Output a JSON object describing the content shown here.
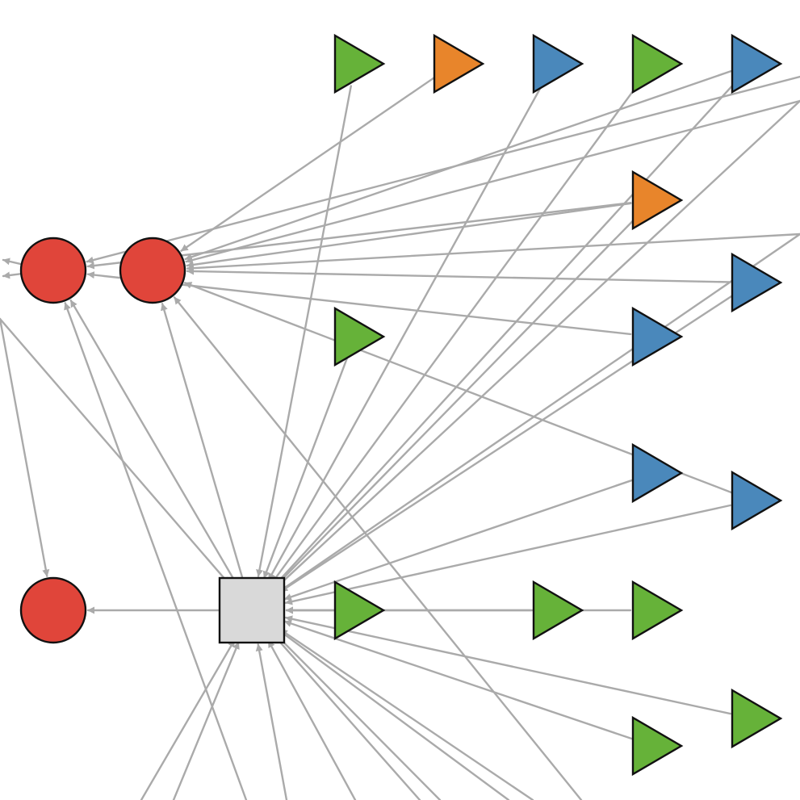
{
  "colors": {
    "edge": "#aaaaaa",
    "outline": "#111111",
    "red": "#e0453a",
    "green": "#66b239",
    "orange": "#e8852b",
    "blue": "#4a88bb",
    "hub": "#d9d9d9",
    "background": "#ffffff"
  },
  "nodes": [
    {
      "id": "r1",
      "shape": "circle",
      "color": "red"
    },
    {
      "id": "r2",
      "shape": "circle",
      "color": "red"
    },
    {
      "id": "r3",
      "shape": "circle",
      "color": "red"
    },
    {
      "id": "hub",
      "shape": "square",
      "color": "hub"
    },
    {
      "id": "g_top1",
      "shape": "triangle",
      "color": "green"
    },
    {
      "id": "o_top2",
      "shape": "triangle",
      "color": "orange"
    },
    {
      "id": "b_top3",
      "shape": "triangle",
      "color": "blue"
    },
    {
      "id": "g_top4",
      "shape": "triangle",
      "color": "green"
    },
    {
      "id": "b_top5",
      "shape": "triangle",
      "color": "blue"
    },
    {
      "id": "o_mid",
      "shape": "triangle",
      "color": "orange"
    },
    {
      "id": "b_right1",
      "shape": "triangle",
      "color": "blue"
    },
    {
      "id": "g_mid",
      "shape": "triangle",
      "color": "green"
    },
    {
      "id": "b_mid2",
      "shape": "triangle",
      "color": "blue"
    },
    {
      "id": "b_low1",
      "shape": "triangle",
      "color": "blue"
    },
    {
      "id": "b_low2",
      "shape": "triangle",
      "color": "blue"
    },
    {
      "id": "g_hub1",
      "shape": "triangle",
      "color": "green"
    },
    {
      "id": "g_hub2",
      "shape": "triangle",
      "color": "green"
    },
    {
      "id": "g_hub3",
      "shape": "triangle",
      "color": "green"
    },
    {
      "id": "g_bot1",
      "shape": "triangle",
      "color": "green"
    },
    {
      "id": "g_bot2",
      "shape": "triangle",
      "color": "green"
    }
  ],
  "edges": [
    {
      "from": "g_top1",
      "to": "hub"
    },
    {
      "from": "o_top2",
      "to": "r2"
    },
    {
      "from": "b_top3",
      "to": "hub"
    },
    {
      "from": "g_top4",
      "to": "hub"
    },
    {
      "from": "b_top5",
      "to": "r2"
    },
    {
      "from": "b_top5",
      "to": "hub"
    },
    {
      "from": "o_mid",
      "to": "r1"
    },
    {
      "from": "o_mid",
      "to": "r2"
    },
    {
      "from": "o_mid",
      "to": "hub"
    },
    {
      "from": "b_right1",
      "to": "r2"
    },
    {
      "from": "b_right1",
      "to": "hub"
    },
    {
      "from": "g_mid",
      "to": "hub"
    },
    {
      "from": "b_mid2",
      "to": "r1"
    },
    {
      "from": "b_low1",
      "to": "hub"
    },
    {
      "from": "b_low2",
      "to": "r2"
    },
    {
      "from": "b_low2",
      "to": "hub"
    },
    {
      "from": "g_hub1",
      "to": "hub"
    },
    {
      "from": "g_hub2",
      "to": "hub"
    },
    {
      "from": "g_hub3",
      "to": "hub"
    },
    {
      "from": "g_bot1",
      "to": "hub"
    },
    {
      "from": "g_bot2",
      "to": "hub"
    },
    {
      "from": "hub",
      "to": "r1"
    },
    {
      "from": "hub",
      "to": "r2"
    },
    {
      "from": "hub",
      "to": "r3"
    }
  ]
}
